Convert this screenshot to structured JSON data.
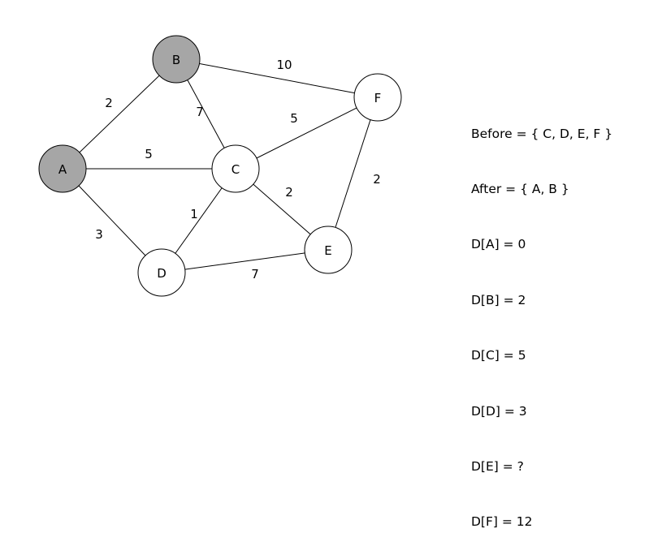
{
  "graph": {
    "colors": {
      "visited_fill": "#a6a6a6",
      "unvisited_fill": "#ffffff",
      "stroke": "#000000"
    },
    "nodes": [
      {
        "id": "A",
        "label": "A",
        "visited": true
      },
      {
        "id": "B",
        "label": "B",
        "visited": true
      },
      {
        "id": "C",
        "label": "C",
        "visited": false
      },
      {
        "id": "D",
        "label": "D",
        "visited": false
      },
      {
        "id": "E",
        "label": "E",
        "visited": false
      },
      {
        "id": "F",
        "label": "F",
        "visited": false
      }
    ],
    "edges": [
      {
        "from": "A",
        "to": "B",
        "weight": "2"
      },
      {
        "from": "A",
        "to": "C",
        "weight": "5"
      },
      {
        "from": "A",
        "to": "D",
        "weight": "3"
      },
      {
        "from": "B",
        "to": "C",
        "weight": "7"
      },
      {
        "from": "B",
        "to": "F",
        "weight": "10"
      },
      {
        "from": "C",
        "to": "F",
        "weight": "5"
      },
      {
        "from": "C",
        "to": "D",
        "weight": "1"
      },
      {
        "from": "C",
        "to": "E",
        "weight": "2"
      },
      {
        "from": "D",
        "to": "E",
        "weight": "7"
      },
      {
        "from": "E",
        "to": "F",
        "weight": "2"
      }
    ]
  },
  "state": {
    "lines": [
      "Before = { C, D, E, F }",
      "After = { A, B }",
      "D[A] = 0",
      "D[B] = 2",
      "D[C] = 5",
      "D[D] = 3",
      "D[E] = ?",
      "D[F] = 12"
    ]
  }
}
